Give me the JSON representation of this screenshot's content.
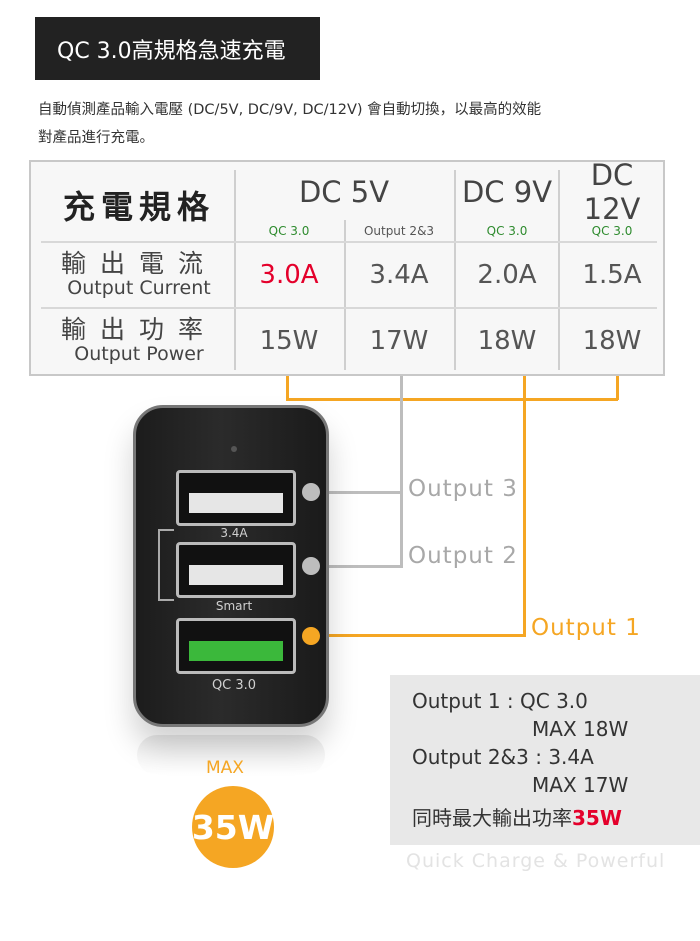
{
  "title": "QC 3.0高規格急速充電",
  "intro": {
    "line1": "自動偵測產品輸入電壓 (DC/5V, DC/9V, DC/12V) 會自動切換，以最高的效能",
    "line2": "對產品進行充電。"
  },
  "spec_table": {
    "header_label": "充電規格",
    "groups": [
      {
        "voltage": "DC 5V"
      },
      {
        "voltage": "DC 9V"
      },
      {
        "voltage": "DC 12V"
      }
    ],
    "columns": [
      {
        "sub": "QC 3.0"
      },
      {
        "sub": "Output 2&3"
      },
      {
        "sub": "QC 3.0"
      },
      {
        "sub": "QC 3.0"
      }
    ],
    "rows": [
      {
        "label_cn": "輸出電流",
        "label_en": "Output Current",
        "values": [
          "3.0A",
          "3.4A",
          "2.0A",
          "1.5A"
        ]
      },
      {
        "label_cn": "輸出功率",
        "label_en": "Output Power",
        "values": [
          "15W",
          "17W",
          "18W",
          "18W"
        ]
      }
    ]
  },
  "charger": {
    "port_labels": [
      "3.4A",
      "Smart",
      "QC 3.0"
    ]
  },
  "outputs": {
    "output3": "Output 3",
    "output2": "Output 2",
    "output1": "Output 1"
  },
  "max_badge": {
    "label": "MAX",
    "value": "35W"
  },
  "info_box": {
    "line1": "Output 1 : QC 3.0",
    "line2": "MAX 18W",
    "line3": "Output 2&3 : 3.4A",
    "line4": "MAX 17W",
    "line5_prefix": "同時最大輸出功率",
    "line5_value": "35W"
  },
  "tagline": "Quick Charge & Powerful",
  "colors": {
    "accent_orange": "#f5a623",
    "highlight_red": "#e4002b",
    "qc_green": "#2e8b2e"
  }
}
